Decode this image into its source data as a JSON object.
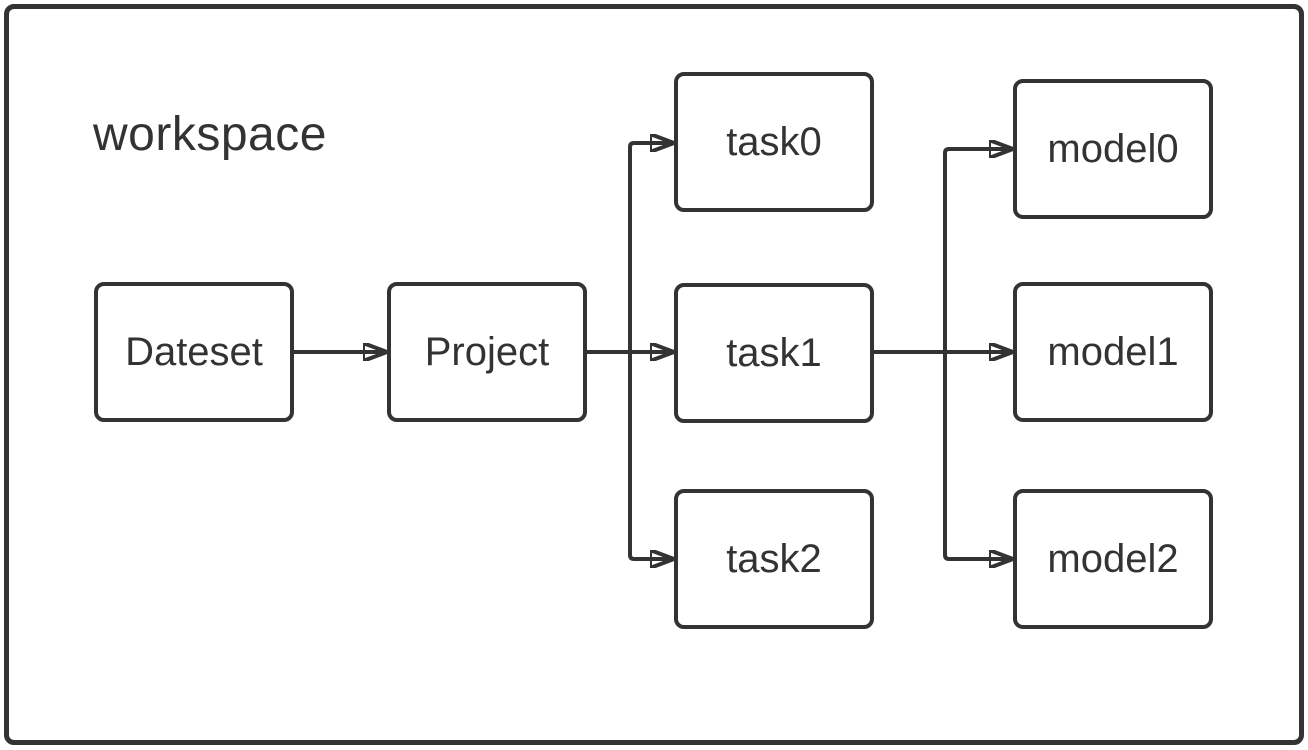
{
  "diagram": {
    "title": "workspace",
    "nodes": {
      "dateset": {
        "label": "Dateset"
      },
      "project": {
        "label": "Project"
      },
      "task0": {
        "label": "task0"
      },
      "task1": {
        "label": "task1"
      },
      "task2": {
        "label": "task2"
      },
      "model0": {
        "label": "model0"
      },
      "model1": {
        "label": "model1"
      },
      "model2": {
        "label": "model2"
      }
    },
    "edges": [
      {
        "from": "Dateset",
        "to": "Project"
      },
      {
        "from": "Project",
        "to": "task0"
      },
      {
        "from": "Project",
        "to": "task1"
      },
      {
        "from": "Project",
        "to": "task2"
      },
      {
        "from": "task1",
        "to": "model0"
      },
      {
        "from": "task1",
        "to": "model1"
      },
      {
        "from": "task1",
        "to": "model2"
      }
    ],
    "colors": {
      "stroke": "#333333",
      "background": "#ffffff"
    }
  }
}
